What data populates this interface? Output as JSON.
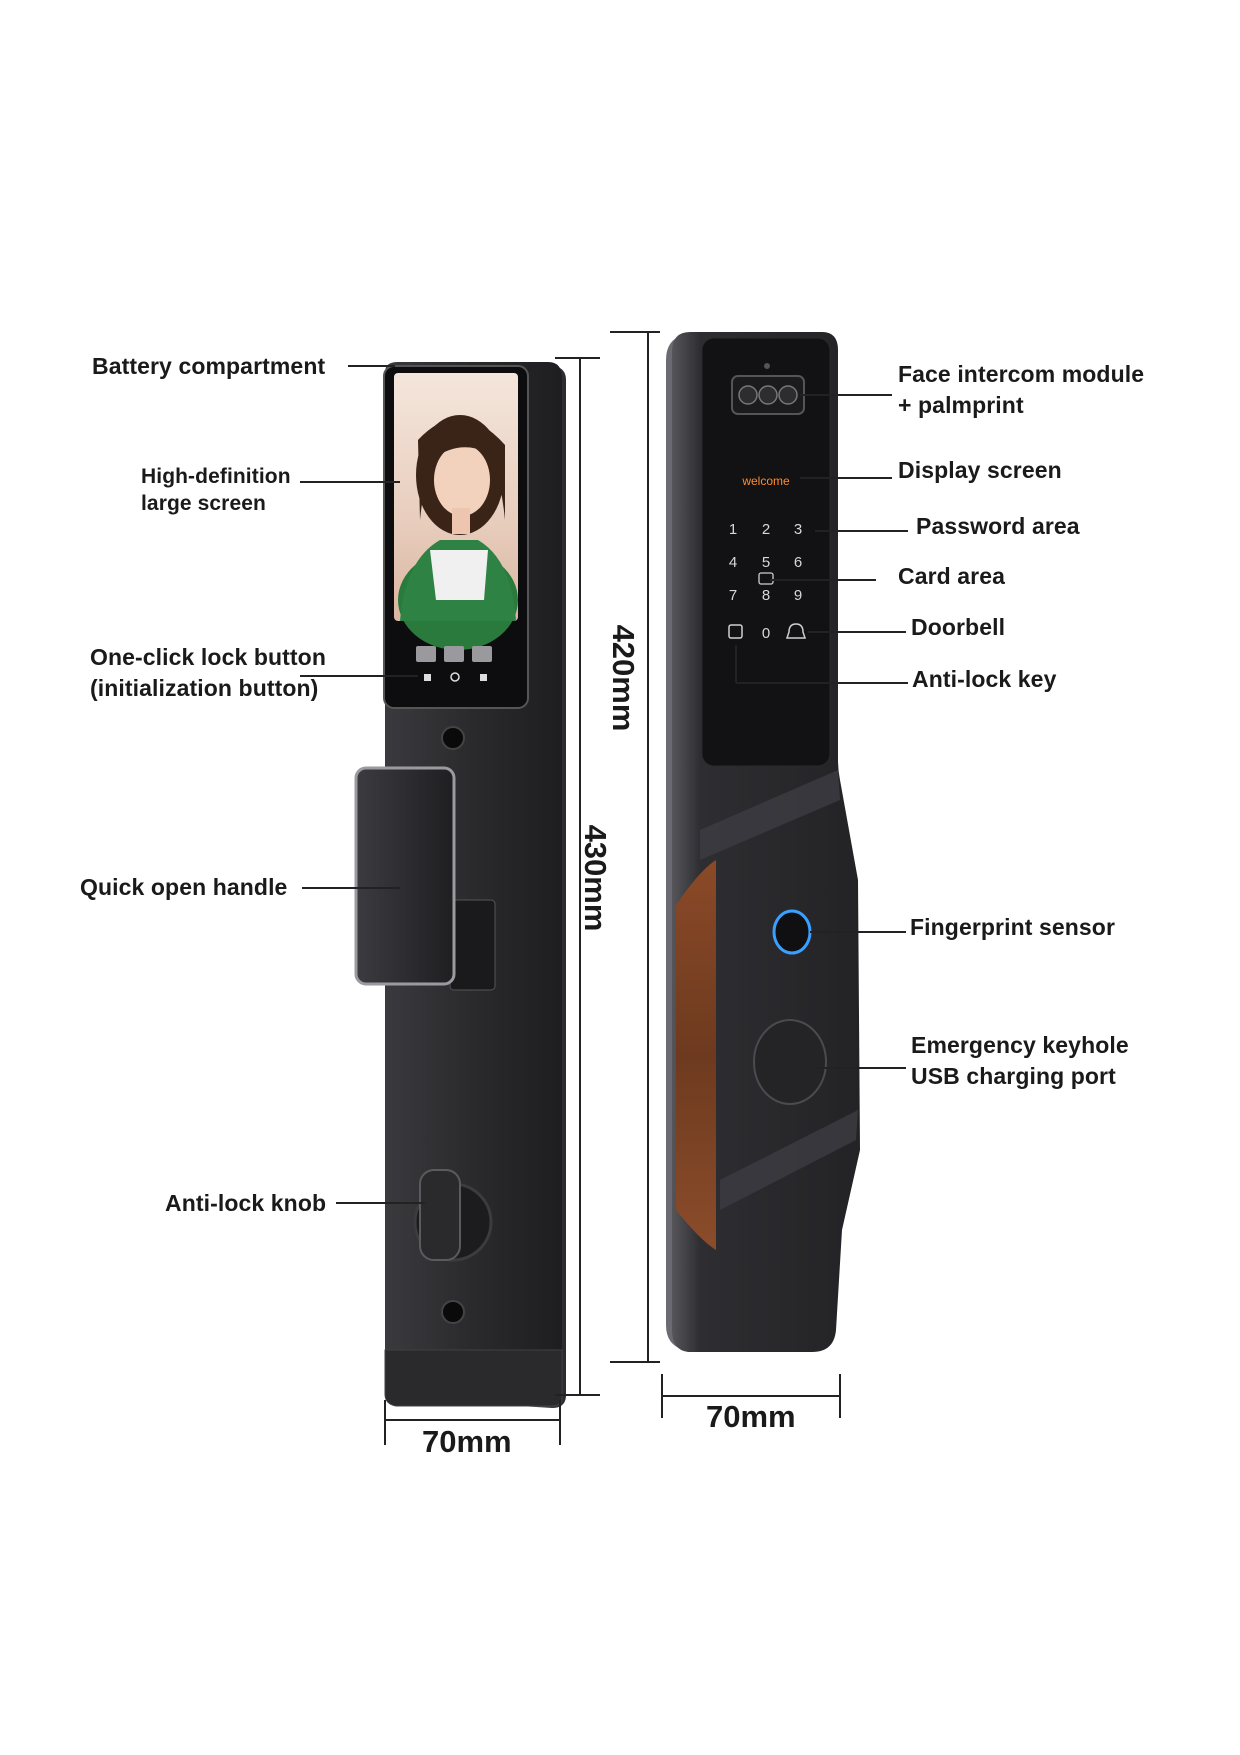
{
  "labels": {
    "battery_compartment": "Battery compartment",
    "hd_screen": [
      "High-definition",
      "large screen"
    ],
    "one_click_lock": [
      "One-click lock button",
      "(initialization button)"
    ],
    "quick_open_handle": "Quick open handle",
    "anti_lock_knob": "Anti-lock knob",
    "face_intercom": [
      "Face intercom module",
      "+ palmprint"
    ],
    "display_screen": "Display screen",
    "password_area": "Password area",
    "card_area": "Card area",
    "doorbell": "Doorbell",
    "anti_lock_key": "Anti-lock key",
    "fingerprint_sensor": "Fingerprint sensor",
    "emergency_keyhole": [
      "Emergency keyhole",
      "USB charging port"
    ]
  },
  "dimensions": {
    "front_width": "70mm",
    "back_width": "70mm",
    "front_height": "430mm",
    "back_height": "420mm"
  },
  "display_text": "welcome",
  "keypad": [
    "1",
    "2",
    "3",
    "4",
    "5",
    "6",
    "7",
    "8",
    "9",
    "",
    "0",
    ""
  ],
  "colors": {
    "body": "#2b2b2e",
    "bezel": "#4a4a4f",
    "wood": "#7a3f22",
    "fingerprint_ring": "#3aa0ff",
    "label_text": "#1a1a1a"
  }
}
